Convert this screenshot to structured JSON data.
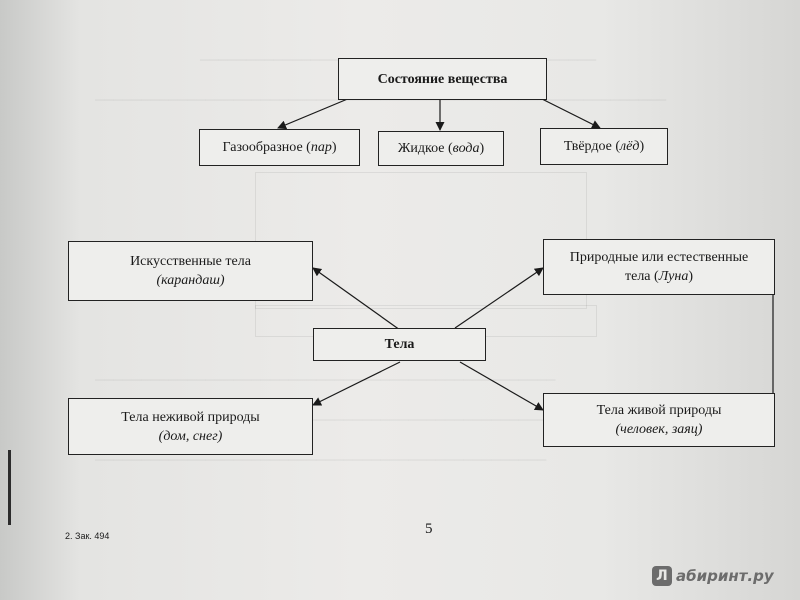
{
  "diagram": {
    "state_title": "Состояние вещества",
    "gas": {
      "label": "Газообразное",
      "example": "пар"
    },
    "liquid": {
      "label": "Жидкое",
      "example": "вода"
    },
    "solid": {
      "label": "Твёрдое",
      "example": "лёд"
    },
    "artificial": {
      "label": "Искусственные тела",
      "example": "(карандаш)"
    },
    "natural": {
      "label_line1": "Природные или естественные",
      "label_line2": "тела",
      "example": "Луна"
    },
    "bodies": "Тела",
    "nonliving": {
      "label": "Тела неживой природы",
      "example": "(дом, снег)"
    },
    "living": {
      "label": "Тела живой природы",
      "example": "(человек, заяц)"
    }
  },
  "footer": {
    "page_number": "5",
    "order_note": "2. Зак. 494"
  },
  "watermark": {
    "badge": "Л",
    "text": "абиринт.ру"
  }
}
